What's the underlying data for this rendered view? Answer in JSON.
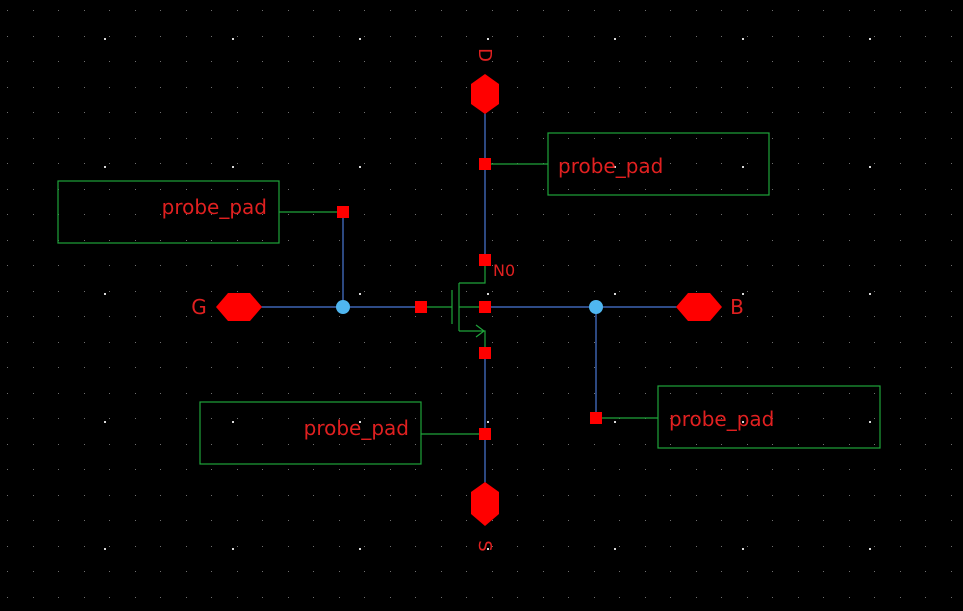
{
  "pins": {
    "drain": "D",
    "gate": "G",
    "source": "S",
    "bulk": "B"
  },
  "device": {
    "instance_name": "N0"
  },
  "probe_pads": {
    "gate_pad": "probe_pad",
    "drain_pad": "probe_pad",
    "source_pad": "probe_pad",
    "bulk_pad": "probe_pad"
  },
  "colors": {
    "background": "#000000",
    "wire": "#4a78d6",
    "pin": "#ff0000",
    "pad_outline": "#1fa33a",
    "junction": "#4fb6f0",
    "label": "#e02020",
    "device_body": "#1fa33a",
    "grid_dot": "#6f6f6f"
  }
}
